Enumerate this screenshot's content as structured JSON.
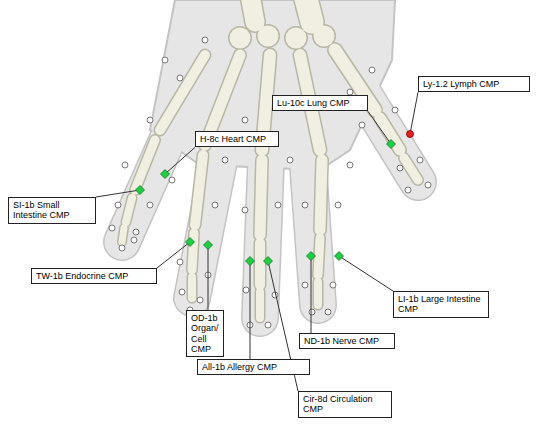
{
  "diagram": {
    "nodes": [
      {
        "text": [
          "Ly-1.2 Lymph CMP"
        ]
      },
      {
        "text": [
          "Lu-10c Lung CMP"
        ]
      },
      {
        "text": [
          "H-8c Heart CMP"
        ]
      },
      {
        "text": [
          "SI-1b Small Intestine CMP"
        ]
      },
      {
        "text": [
          "TW-1b Endocrine CMP"
        ]
      },
      {
        "text": [
          "LI-1b Large Intestine CMP"
        ]
      },
      {
        "text": [
          "OD-1b Organ/ Cell CMP"
        ]
      },
      {
        "text": [
          "ND-1b Nerve CMP"
        ]
      },
      {
        "text": [
          "All-1b Allergy CMP"
        ]
      },
      {
        "text": [
          "Cir-8d Circulation CMP"
        ]
      }
    ]
  }
}
